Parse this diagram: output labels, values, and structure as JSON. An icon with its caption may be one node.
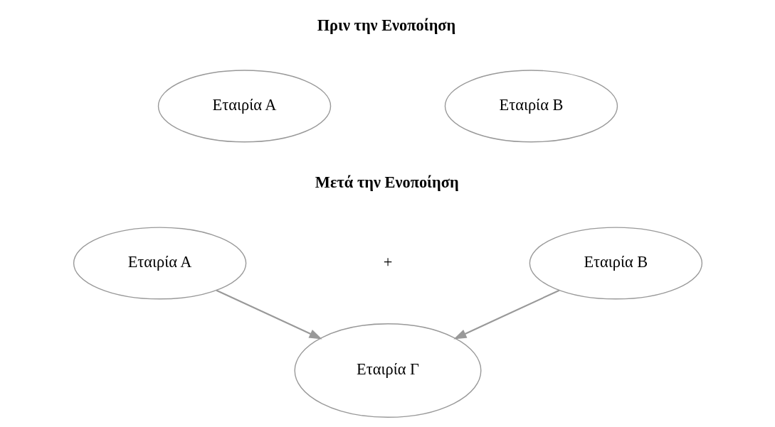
{
  "diagram": {
    "nodes": [
      {
        "text": [
          "Εταιρία Α"
        ]
      },
      {
        "text": [
          "Εταιρία Β"
        ]
      },
      {
        "text": [
          "Εταιρία Α"
        ]
      },
      {
        "text": [
          "Εταιρία Β"
        ]
      },
      {
        "text": [
          "Εταιρία Γ"
        ]
      }
    ],
    "edges": [
      {
        "from": 2,
        "to": 4,
        "arrow": "to"
      },
      {
        "from": 3,
        "to": 4,
        "arrow": "to"
      }
    ],
    "labels": [
      "Πριν την Ενοποίηση",
      "Μετά την Ενοποίηση",
      "+"
    ]
  }
}
